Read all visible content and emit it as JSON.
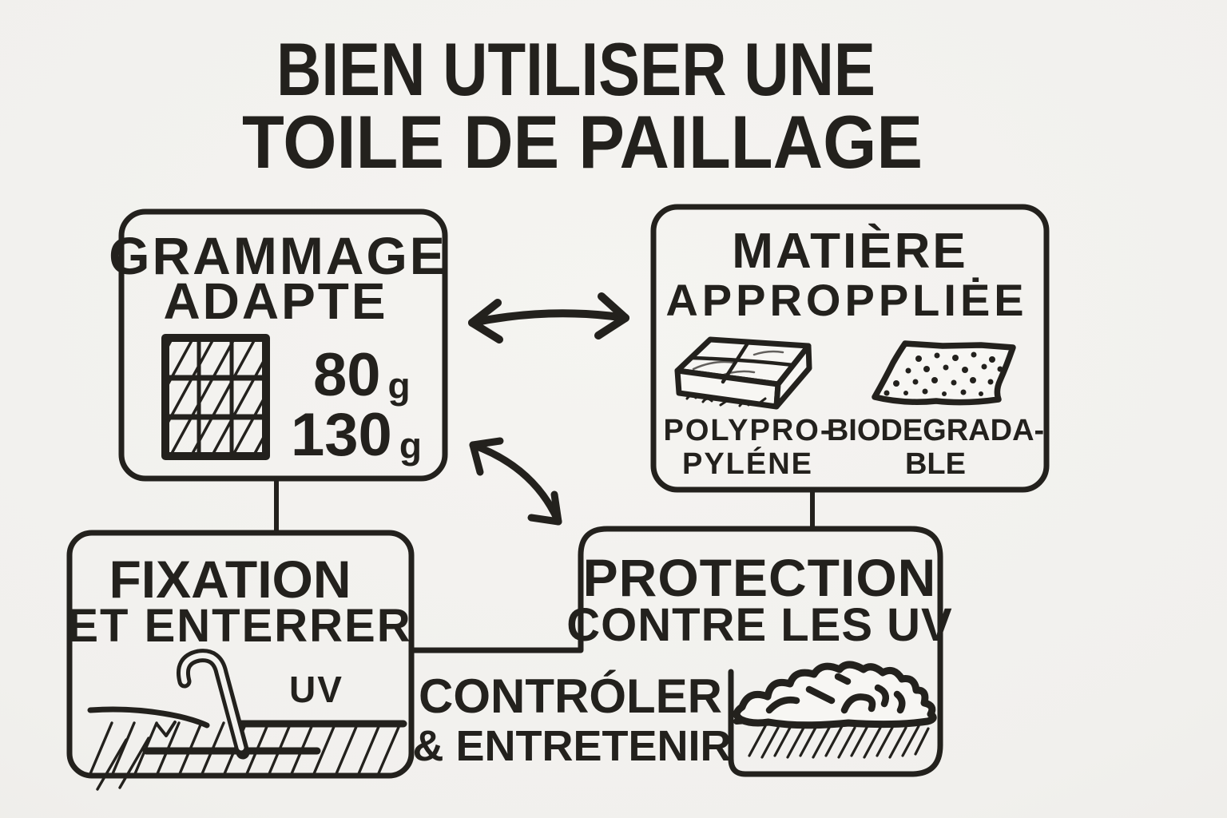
{
  "title": {
    "line1": "BIEN UTILISER UNE",
    "line2": "TOILE DE PAILLAGE"
  },
  "boxes": {
    "grammage": {
      "heading_line1": "GRAMMAGE",
      "heading_line2": "ADAPTE",
      "weight_1": {
        "value": "80",
        "unit": "g"
      },
      "weight_2": {
        "value": "130",
        "unit": "g"
      },
      "icon": "hatched-fabric-grid"
    },
    "matiere": {
      "heading_line1": "MATIÈRE",
      "heading_line2": "APPROPPLIĖE",
      "option_1": {
        "line1": "POLYPRO-",
        "line2": "PYLÉNE",
        "icon": "polypropylene-slab"
      },
      "option_2": {
        "line1": "BIODEGRADA-",
        "line2": "BLE",
        "icon": "biodegradable-dotted-sheet"
      }
    },
    "fixation": {
      "heading_line1": "FIXATION",
      "heading_line2": "ET ENTERRER",
      "annotation": "UV",
      "icon": "stake-in-ground"
    },
    "protection": {
      "heading_line1": "PROTECTION",
      "heading_line2": "CONTRE LES UV",
      "icon": "mulch-mound-on-grass"
    }
  },
  "floating_label": {
    "line1": "CONTRÓLER",
    "line2": "& ENTRETENIR"
  },
  "connections": [
    {
      "from": "grammage",
      "to": "matiere",
      "type": "double-headed-arrow"
    },
    {
      "from": "grammage",
      "to": "protection",
      "type": "double-headed-curved-arrow"
    },
    {
      "from": "grammage",
      "to": "fixation",
      "type": "line"
    },
    {
      "from": "matiere",
      "to": "protection",
      "type": "line"
    },
    {
      "from": "fixation",
      "to": "protection",
      "type": "line"
    }
  ],
  "colors": {
    "ink": "#23211d",
    "paper": "#f1f0ed"
  }
}
